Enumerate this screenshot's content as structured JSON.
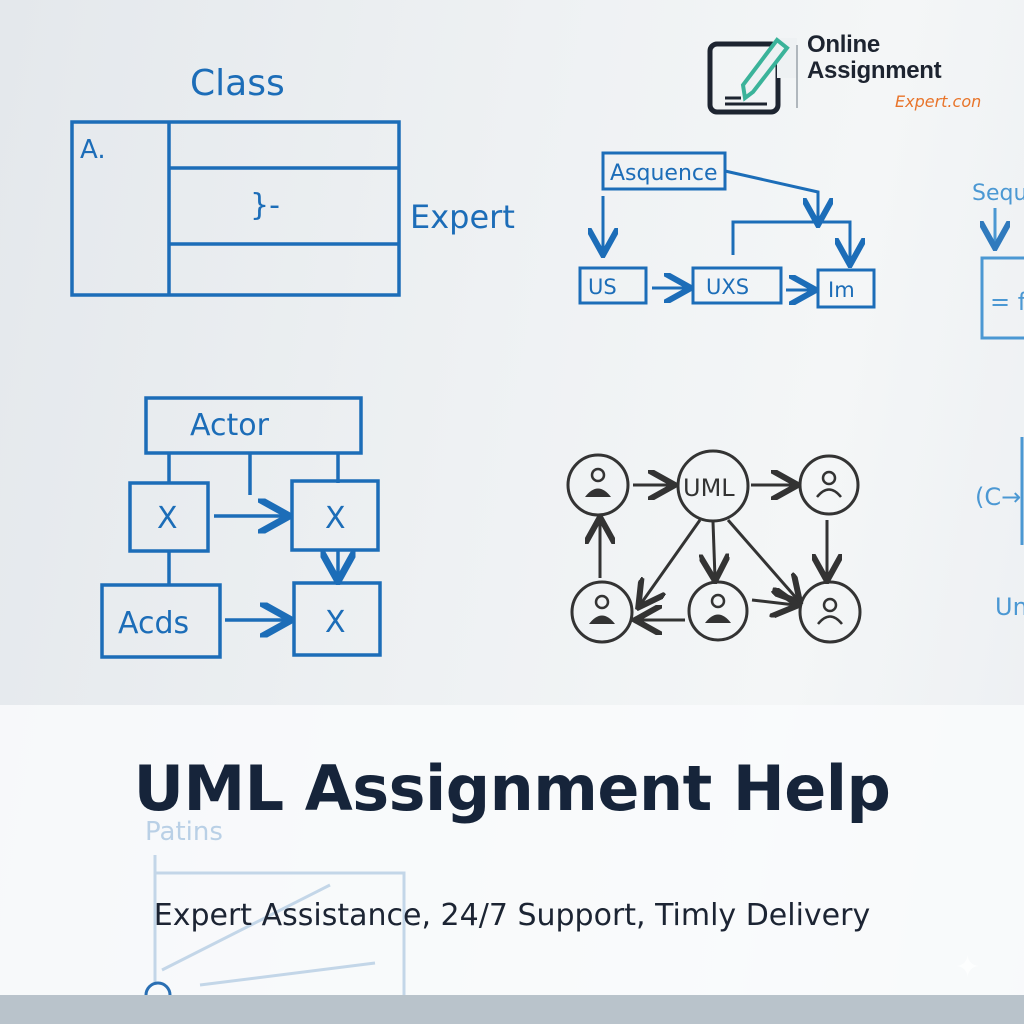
{
  "logo": {
    "line1": "Online",
    "line2": "Assignment",
    "line3": "Expert.con"
  },
  "class_diagram": {
    "title": "Class",
    "cell_label": "A.",
    "side_label": "Expert",
    "mark": "}-"
  },
  "sequence_diagram": {
    "top": "Asquence",
    "nodes": [
      "US",
      "UXS",
      "Im"
    ]
  },
  "actor_diagram": {
    "top": "Actor",
    "boxes": [
      "X",
      "X",
      "Acds",
      "X"
    ]
  },
  "network_diagram": {
    "center": "UML"
  },
  "edge_partial": {
    "label1": "Seque",
    "box_text": "= f",
    "label2": "(C→",
    "label3": "Un"
  },
  "faded": {
    "label": "Patins"
  },
  "banner": {
    "title": "UML Assignment Help",
    "subtitle": "Expert Assistance, 24/7 Support, Timly Delivery"
  },
  "colors": {
    "marker_blue": "#1c6db8",
    "title_navy": "#16243a",
    "logo_orange": "#e8742a",
    "logo_teal": "#3bb39a"
  }
}
